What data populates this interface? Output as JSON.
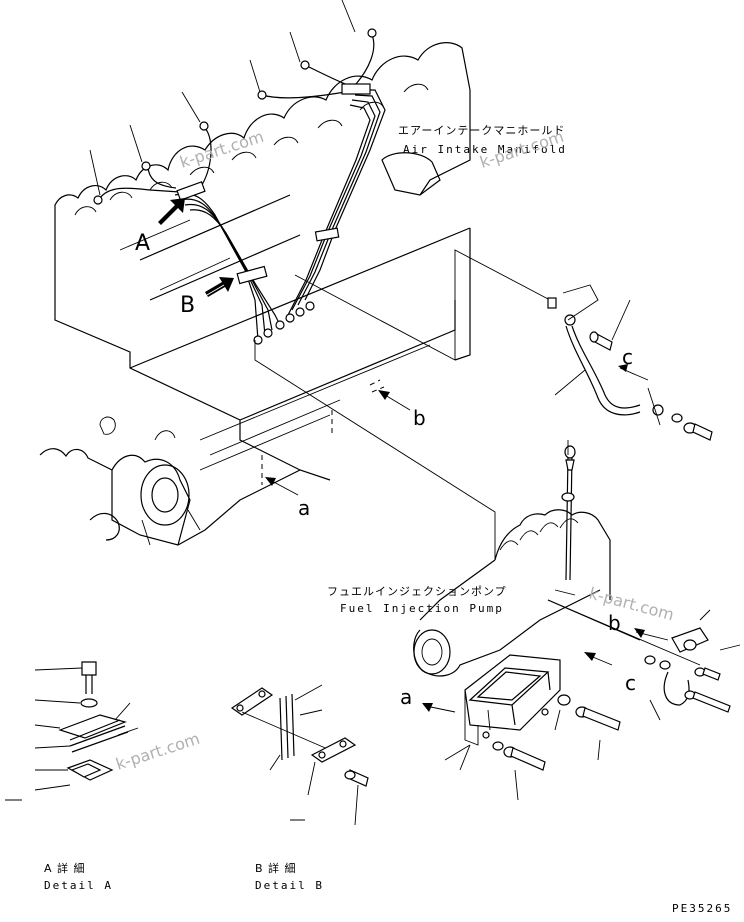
{
  "callouts": {
    "view_a": "A",
    "view_b": "B",
    "ref_a_top": "a",
    "ref_b_top": "b",
    "ref_c_top": "c",
    "ref_a_bottom": "a",
    "ref_b_bottom": "b",
    "ref_c_bottom": "c"
  },
  "labels": {
    "air_intake_jp": "エアーインテークマニホールド",
    "air_intake_en": "Air Intake Manifold",
    "fuel_pump_jp": "フュエルインジェクションポンプ",
    "fuel_pump_en": "Fuel Injection Pump",
    "detail_a_jp": "A 詳 細",
    "detail_a_en": "Detail A",
    "detail_b_jp": "B 詳 細",
    "detail_b_en": "Detail B"
  },
  "watermarks": [
    "k-part.com",
    "k-part.com",
    "k-part.com",
    "k-part.com"
  ],
  "drawing_code": "PE35265"
}
